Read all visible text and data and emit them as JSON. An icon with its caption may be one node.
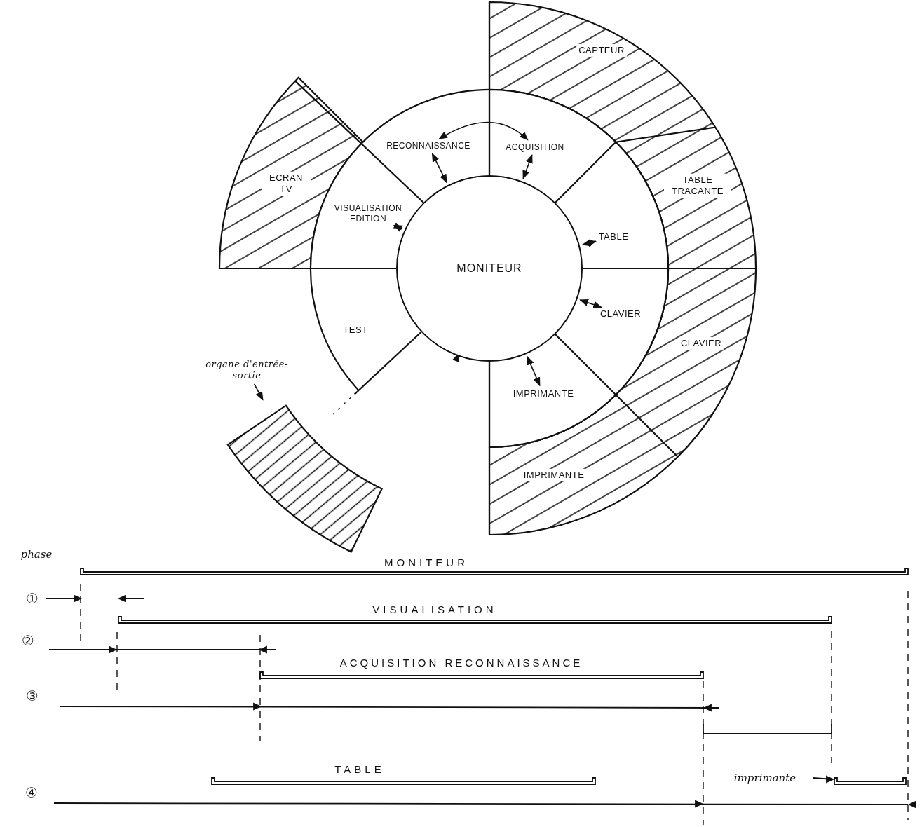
{
  "diagram": {
    "nodes": [
      {
        "text": [
          "MONITEUR"
        ]
      },
      {
        "text": [
          "RECONNAISSANCE"
        ]
      },
      {
        "text": [
          "ACQUISITION"
        ]
      },
      {
        "text": [
          "TABLE"
        ]
      },
      {
        "text": [
          "CLAVIER"
        ]
      },
      {
        "text": [
          "IMPRIMANTE"
        ]
      },
      {
        "text": [
          "TEST"
        ]
      },
      {
        "text": [
          "VISUALISATION EDITION"
        ]
      },
      {
        "text": [
          "CAPTEUR"
        ]
      },
      {
        "text": [
          "TABLE TRACANTE"
        ]
      },
      {
        "text": [
          "CLAVIER"
        ]
      },
      {
        "text": [
          "IMPRIMANTE"
        ]
      },
      {
        "text": [
          "ECRAN TV"
        ]
      },
      {
        "text": [
          "organe d'entrée-sortie"
        ]
      },
      {
        "text": [],
        "shape": "arc"
      }
    ],
    "edges": [
      {
        "from": 0,
        "to": 7,
        "arrow": "both"
      },
      {
        "from": 0,
        "to": 1,
        "arrow": "both"
      },
      {
        "from": 0,
        "to": 2,
        "arrow": "both"
      },
      {
        "from": 0,
        "to": 3,
        "arrow": "both"
      },
      {
        "from": 0,
        "to": 4,
        "arrow": "both"
      },
      {
        "from": 0,
        "to": 5,
        "arrow": "both"
      },
      {
        "from": null,
        "to": 0,
        "arrow": "to"
      },
      {
        "from": 1,
        "to": 2,
        "arrow": "both"
      },
      {
        "from": 13,
        "to": 14,
        "arrow": "to"
      }
    ],
    "labels": [
      "phase",
      "MONITEUR",
      "①",
      "VISUALISATION",
      "②",
      "ACQUISITION RECONNAISSANCE",
      "③",
      "TABLE",
      "imprimante",
      "④"
    ]
  }
}
